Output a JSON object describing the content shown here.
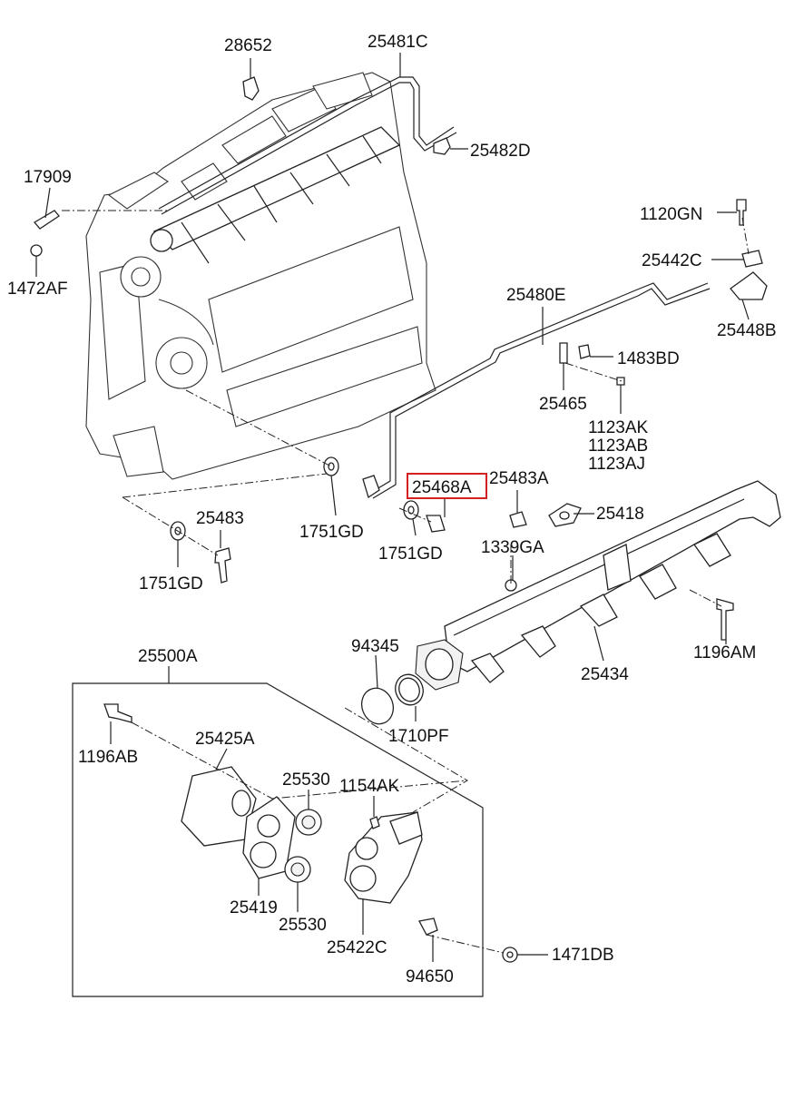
{
  "diagram": {
    "highlight_color": "#d42020",
    "highlighted_part": "25468A",
    "labels": [
      "28652",
      "25481C",
      "25482D",
      "17909",
      "1472AF",
      "1120GN",
      "25442C",
      "25448B",
      "25480E",
      "1483BD",
      "25465",
      "1123AK",
      "1123AB",
      "1123AJ",
      "25468A",
      "25483A",
      "25418",
      "1751GD",
      "1751GD",
      "25483",
      "1751GD",
      "1339GA",
      "1196AM",
      "25434",
      "94345",
      "1710PF",
      "25500A",
      "1196AB",
      "25425A",
      "25530",
      "1154AK",
      "25419",
      "25530",
      "25422C",
      "94650",
      "1471DB"
    ]
  }
}
